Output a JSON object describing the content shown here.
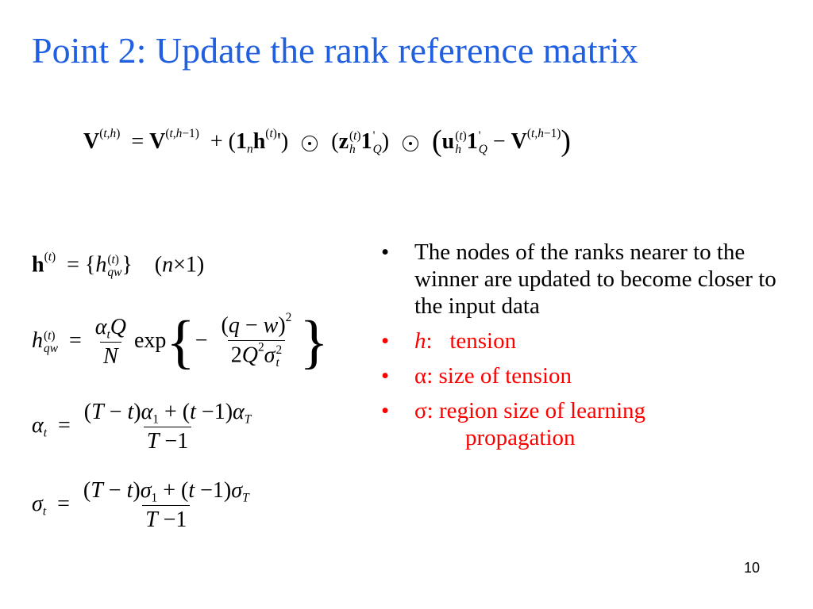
{
  "title": "Point 2: Update the rank reference matrix",
  "bullets": [
    {
      "text": "The nodes of the ranks nearer to the winner are updated to become closer to the input data"
    },
    {
      "symbol": "h",
      "text": "tension",
      "separator": ":"
    },
    {
      "symbol": "α",
      "text": ": size of tension"
    },
    {
      "symbol": "σ",
      "text": ": region size of learning",
      "text2": "propagation"
    }
  ],
  "page_number": "10"
}
